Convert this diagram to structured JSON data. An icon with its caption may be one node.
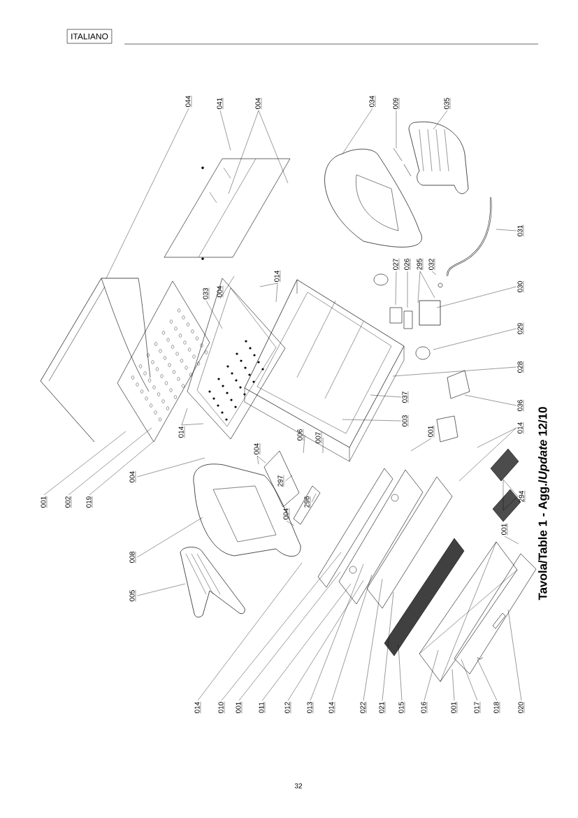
{
  "diagram": {
    "title": "**Tavola/Table 1** - Agg./*Update* 12/10",
    "nodes": [
      {
        "text": [
          "ITALIANO"
        ]
      },
      {
        "text": [
          "044"
        ]
      },
      {
        "text": [
          "041"
        ]
      },
      {
        "text": [
          "004"
        ]
      },
      {
        "text": [
          "034"
        ]
      },
      {
        "text": [
          "009"
        ]
      },
      {
        "text": [
          "035"
        ]
      },
      {
        "text": [
          "014"
        ]
      },
      {
        "text": [
          "033"
        ]
      },
      {
        "text": [
          "004"
        ]
      },
      {
        "text": [
          "014"
        ]
      },
      {
        "text": [
          "001"
        ]
      },
      {
        "text": [
          "002"
        ]
      },
      {
        "text": [
          "019"
        ]
      },
      {
        "text": [
          "004"
        ]
      },
      {
        "text": [
          "008"
        ]
      },
      {
        "text": [
          "005"
        ]
      },
      {
        "text": [
          "004"
        ]
      },
      {
        "text": [
          "297"
        ]
      },
      {
        "text": [
          "006"
        ]
      },
      {
        "text": [
          "007"
        ]
      },
      {
        "text": [
          "296"
        ]
      },
      {
        "text": [
          "004"
        ]
      },
      {
        "text": [
          "027"
        ]
      },
      {
        "text": [
          "026"
        ]
      },
      {
        "text": [
          "295"
        ]
      },
      {
        "text": [
          "032"
        ]
      },
      {
        "text": [
          "031"
        ]
      },
      {
        "text": [
          "030"
        ]
      },
      {
        "text": [
          "029"
        ]
      },
      {
        "text": [
          "028"
        ]
      },
      {
        "text": [
          "036"
        ]
      },
      {
        "text": [
          "014"
        ]
      },
      {
        "text": [
          "294"
        ]
      },
      {
        "text": [
          "003"
        ]
      },
      {
        "text": [
          "037"
        ]
      },
      {
        "text": [
          "001"
        ]
      },
      {
        "text": [
          "001"
        ]
      },
      {
        "text": [
          "014"
        ]
      },
      {
        "text": [
          "010"
        ]
      },
      {
        "text": [
          "001"
        ]
      },
      {
        "text": [
          "011"
        ]
      },
      {
        "text": [
          "012"
        ]
      },
      {
        "text": [
          "013"
        ]
      },
      {
        "text": [
          "014"
        ]
      },
      {
        "text": [
          "022"
        ]
      },
      {
        "text": [
          "021"
        ]
      },
      {
        "text": [
          "015"
        ]
      },
      {
        "text": [
          "016"
        ]
      },
      {
        "text": [
          "001"
        ]
      },
      {
        "text": [
          "017"
        ]
      },
      {
        "text": [
          "018"
        ]
      },
      {
        "text": [
          "020"
        ]
      }
    ],
    "edges": [
      {
        "from": 1,
        "to": null,
        "arrow": "none"
      },
      {
        "from": 2,
        "to": null,
        "arrow": "none"
      },
      {
        "from": 3,
        "to": null,
        "arrow": "none"
      },
      {
        "from": 3,
        "to": null,
        "arrow": "none"
      },
      {
        "from": 4,
        "to": null,
        "arrow": "none"
      },
      {
        "from": 5,
        "to": null,
        "arrow": "none"
      },
      {
        "from": 6,
        "to": null,
        "arrow": "none"
      },
      {
        "from": 7,
        "to": null,
        "arrow": "none"
      },
      {
        "from": 7,
        "to": null,
        "arrow": "none"
      },
      {
        "from": 8,
        "to": null,
        "arrow": "none"
      },
      {
        "from": 9,
        "to": null,
        "arrow": "none"
      },
      {
        "from": 10,
        "to": null,
        "arrow": "none"
      },
      {
        "from": 10,
        "to": null,
        "arrow": "none"
      },
      {
        "from": 11,
        "to": null,
        "arrow": "none"
      },
      {
        "from": 12,
        "to": null,
        "arrow": "none"
      },
      {
        "from": 13,
        "to": null,
        "arrow": "none"
      },
      {
        "from": 14,
        "to": null,
        "arrow": "none"
      },
      {
        "from": 15,
        "to": null,
        "arrow": "none"
      },
      {
        "from": 16,
        "to": null,
        "arrow": "none"
      },
      {
        "from": 17,
        "to": null,
        "arrow": "none"
      },
      {
        "from": 17,
        "to": null,
        "arrow": "none"
      },
      {
        "from": 18,
        "to": null,
        "arrow": "none"
      },
      {
        "from": 19,
        "to": null,
        "arrow": "none"
      },
      {
        "from": 20,
        "to": null,
        "arrow": "none"
      },
      {
        "from": 21,
        "to": null,
        "arrow": "none"
      },
      {
        "from": 22,
        "to": null,
        "arrow": "none"
      },
      {
        "from": 23,
        "to": null,
        "arrow": "none"
      },
      {
        "from": 24,
        "to": null,
        "arrow": "none"
      },
      {
        "from": 25,
        "to": null,
        "arrow": "none"
      },
      {
        "from": 25,
        "to": null,
        "arrow": "none"
      },
      {
        "from": 26,
        "to": null,
        "arrow": "none"
      },
      {
        "from": 27,
        "to": null,
        "arrow": "none"
      },
      {
        "from": 28,
        "to": null,
        "arrow": "none"
      },
      {
        "from": 29,
        "to": null,
        "arrow": "none"
      },
      {
        "from": 30,
        "to": null,
        "arrow": "none"
      },
      {
        "from": 31,
        "to": null,
        "arrow": "none"
      },
      {
        "from": 32,
        "to": null,
        "arrow": "none"
      },
      {
        "from": 32,
        "to": null,
        "arrow": "none"
      },
      {
        "from": 33,
        "to": null,
        "arrow": "none"
      },
      {
        "from": 33,
        "to": null,
        "arrow": "none"
      },
      {
        "from": 34,
        "to": null,
        "arrow": "none"
      },
      {
        "from": 35,
        "to": null,
        "arrow": "none"
      },
      {
        "from": 36,
        "to": null,
        "arrow": "none"
      },
      {
        "from": 37,
        "to": null,
        "arrow": "none"
      },
      {
        "from": 38,
        "to": null,
        "arrow": "none"
      },
      {
        "from": 39,
        "to": null,
        "arrow": "none"
      },
      {
        "from": 40,
        "to": null,
        "arrow": "none"
      },
      {
        "from": 41,
        "to": null,
        "arrow": "none"
      },
      {
        "from": 42,
        "to": null,
        "arrow": "none"
      },
      {
        "from": 43,
        "to": null,
        "arrow": "none"
      },
      {
        "from": 44,
        "to": null,
        "arrow": "none"
      },
      {
        "from": 45,
        "to": null,
        "arrow": "none"
      },
      {
        "from": 46,
        "to": null,
        "arrow": "none"
      },
      {
        "from": 47,
        "to": null,
        "arrow": "none"
      },
      {
        "from": 48,
        "to": null,
        "arrow": "none"
      },
      {
        "from": 49,
        "to": null,
        "arrow": "none"
      },
      {
        "from": 50,
        "to": null,
        "arrow": "none"
      },
      {
        "from": 51,
        "to": null,
        "arrow": "none"
      },
      {
        "from": 52,
        "to": null,
        "arrow": "none"
      }
    ],
    "labels": [
      "32"
    ]
  }
}
